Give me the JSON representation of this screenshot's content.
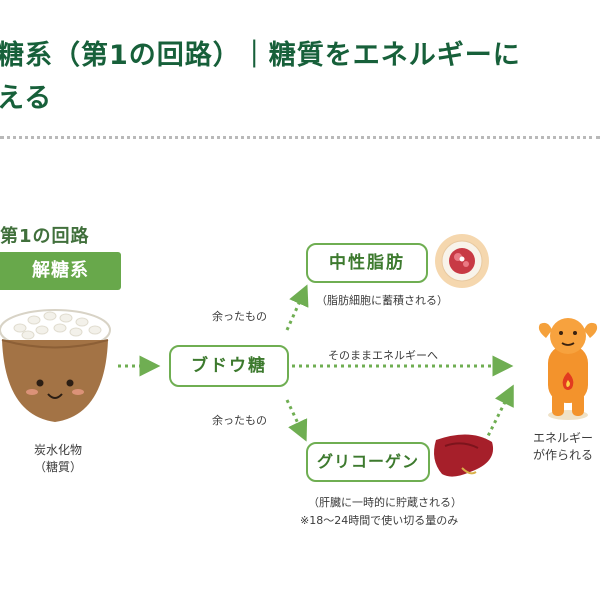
{
  "heading": {
    "line1": "糖系（第1の回路）｜糖質をエネルギーに",
    "line2": "える"
  },
  "diagram": {
    "route_title": "第1の回路",
    "badge": "解糖系",
    "rice_caption_1": "炭水化物",
    "rice_caption_2": "（糖質）",
    "glucose": "ブドウ糖",
    "surplus_upper": "余ったもの",
    "surplus_lower": "余ったもの",
    "neutral_fat": "中性脂肪",
    "fat_note": "（脂肪細胞に蓄積される）",
    "direct_label": "そのままエネルギーへ",
    "glycogen": "グリコーゲン",
    "glycogen_note": "（肝臓に一時的に貯蔵される）",
    "glycogen_note2": "※18～24時間で使い切る量のみ",
    "energy_caption_1": "エネルギー",
    "energy_caption_2": "が作られる"
  },
  "colors": {
    "heading": "#17603a",
    "badge": "#68a84b",
    "box_border": "#6fae52",
    "arrow": "#6fae52"
  },
  "icons": [
    "rice-bowl-icon",
    "fat-cell-icon",
    "liver-icon",
    "energy-person-icon"
  ]
}
